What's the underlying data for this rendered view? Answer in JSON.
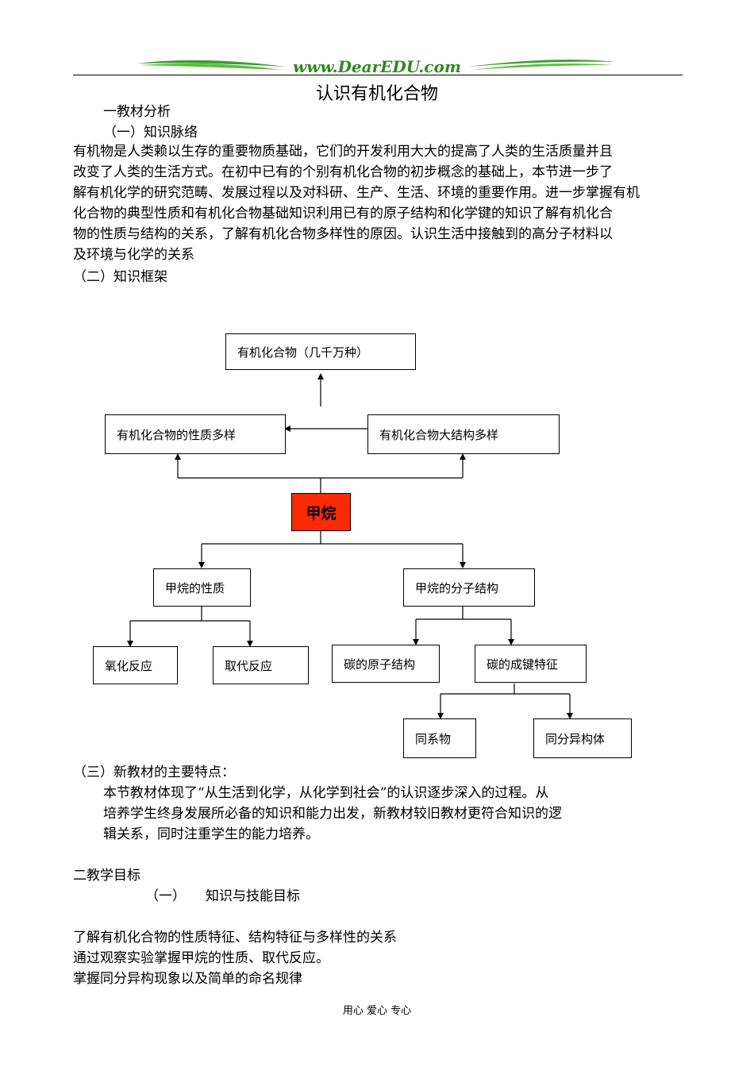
{
  "header": {
    "logo_text": "www.DearEDU.com"
  },
  "doc": {
    "title": "认识有机化合物",
    "section1": "一教材分析",
    "sub1": "（一）知识脉络",
    "para_lines": [
      "有机物是人类赖以生存的重要物质基础，它们的开发利用大大的提高了人类的生活质量并且",
      "改变了人类的生活方式。在初中已有的个别有机化合物的初步概念的基础上，本节进一步了",
      "解有机化学的研究范畴、发展过程以及对科研、生产、生活、环境的重要作用。进一步掌握有机",
      "化合物的典型性质和有机化合物基础知识利用已有的原子结构和化学键的知识了解有机化合",
      "物的性质与结构的关系，了解有机化合物多样性的原因。认识生活中接触到的高分子材料以",
      "及环境与化学的关系"
    ],
    "sub2": "（二）知识框架",
    "sub3": "（三）新教材的主要特点：",
    "feature_lines": [
      "本节教材体现了“从生活到化学，从化学到社会”的认识逐步深入的过程。从",
      "培养学生终身发展所必备的知识和能力出发，新教材较旧教材更符合知识的逻",
      "辑关系，同时注重学生的能力培养。"
    ],
    "section2": "二教学目标",
    "goal_num": "（一）",
    "goal_title": "知识与技能目标",
    "goal_lines": [
      "了解有机化合物的性质特征、结构特征与多样性的关系",
      "通过观察实验掌握甲烷的性质、取代反应。",
      "掌握同分异构现象以及简单的命名规律"
    ]
  },
  "diagram": {
    "top": "有机化合物（几千万种）",
    "props_diverse": "有机化合物的性质多样",
    "struct_diverse": "有机化合物大结构多样",
    "methane": "甲烷",
    "methane_props": "甲烷的性质",
    "methane_struct": "甲烷的分子结构",
    "oxidation": "氧化反应",
    "substitution": "取代反应",
    "carbon_atom": "碳的原子结构",
    "carbon_bond": "碳的成键特征",
    "homolog": "同系物",
    "isomer": "同分异构体",
    "accent_color": "#ff2a00"
  },
  "footer": {
    "text": "用心 爱心 专心"
  }
}
